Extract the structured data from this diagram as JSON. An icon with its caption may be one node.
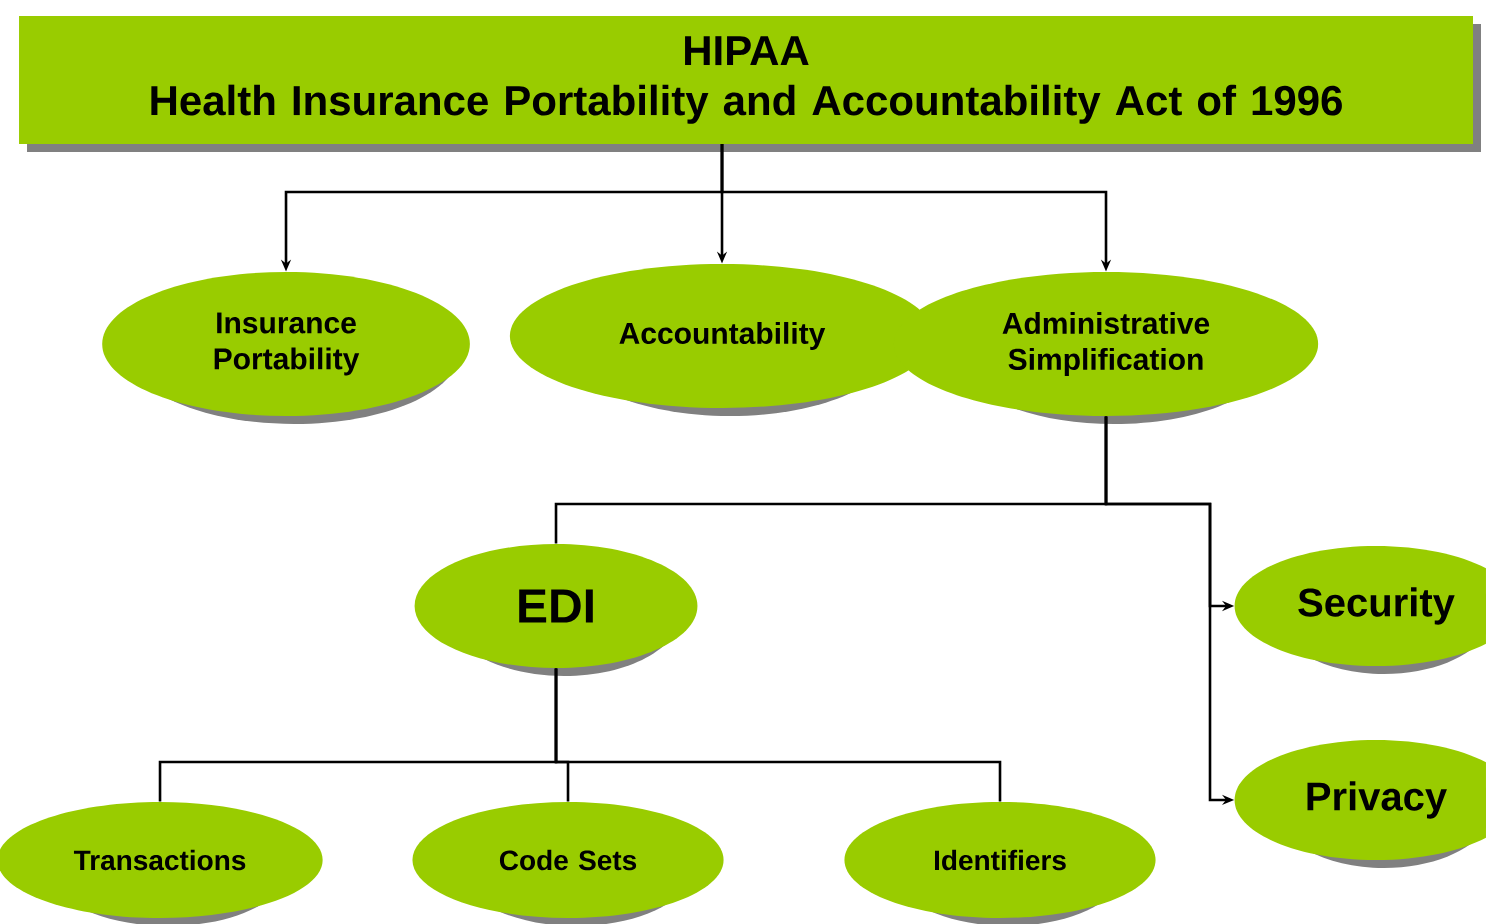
{
  "diagram": {
    "nodes": [
      {
        "text": [
          "HIPAA",
          "Health Insurance Portability and Accountability Act of 1996"
        ]
      },
      {
        "text": [
          "Insurance Portability"
        ]
      },
      {
        "text": [
          "Accountability"
        ]
      },
      {
        "text": [
          "Administrative Simplification"
        ]
      },
      {
        "text": [
          "EDI"
        ]
      },
      {
        "text": [
          "Security"
        ]
      },
      {
        "text": [
          "Privacy"
        ]
      },
      {
        "text": [
          "Transactions"
        ]
      },
      {
        "text": [
          "Code Sets"
        ]
      },
      {
        "text": [
          "Identifiers"
        ]
      }
    ],
    "edges": [
      {
        "from": 0,
        "to": 1,
        "arrow": "to"
      },
      {
        "from": 0,
        "to": 2,
        "arrow": "to"
      },
      {
        "from": 0,
        "to": 3,
        "arrow": "to"
      },
      {
        "from": 3,
        "to": 4,
        "arrow": "none"
      },
      {
        "from": 3,
        "to": 5,
        "arrow": "to"
      },
      {
        "from": 3,
        "to": 6,
        "arrow": "to"
      },
      {
        "from": 4,
        "to": 7,
        "arrow": "none"
      },
      {
        "from": 4,
        "to": 8,
        "arrow": "none"
      },
      {
        "from": 4,
        "to": 9,
        "arrow": "none"
      }
    ]
  }
}
